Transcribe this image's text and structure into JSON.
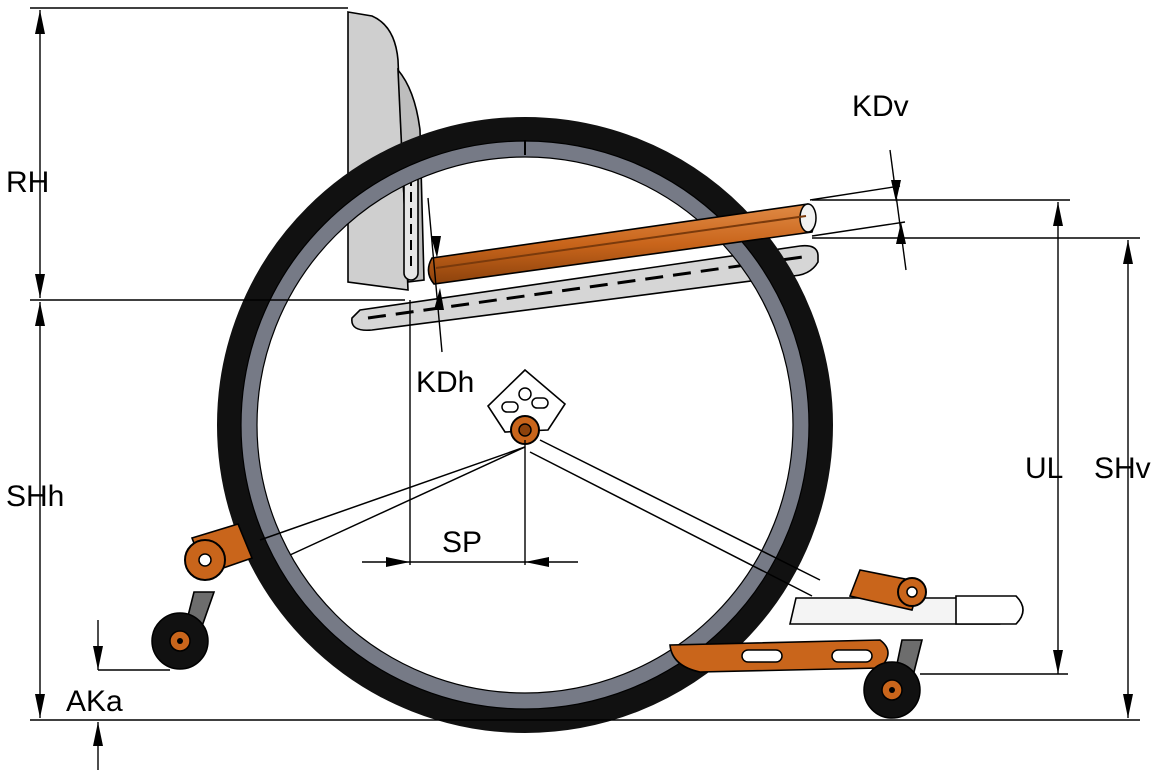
{
  "labels": {
    "rh": "RH",
    "kdv": "KDv",
    "kdh": "KDh",
    "shh": "SHh",
    "ul": "UL",
    "shv": "SHv",
    "sp": "SP",
    "aka": "AKa"
  },
  "colors": {
    "frame_orange": "#c9651b",
    "frame_orange_dark": "#8c420c",
    "tire": "#111111",
    "handrim": "#767a86",
    "backrest": "#cfcfcf",
    "metal_light": "#d6d6d6",
    "white_part": "#f4f4f4"
  }
}
